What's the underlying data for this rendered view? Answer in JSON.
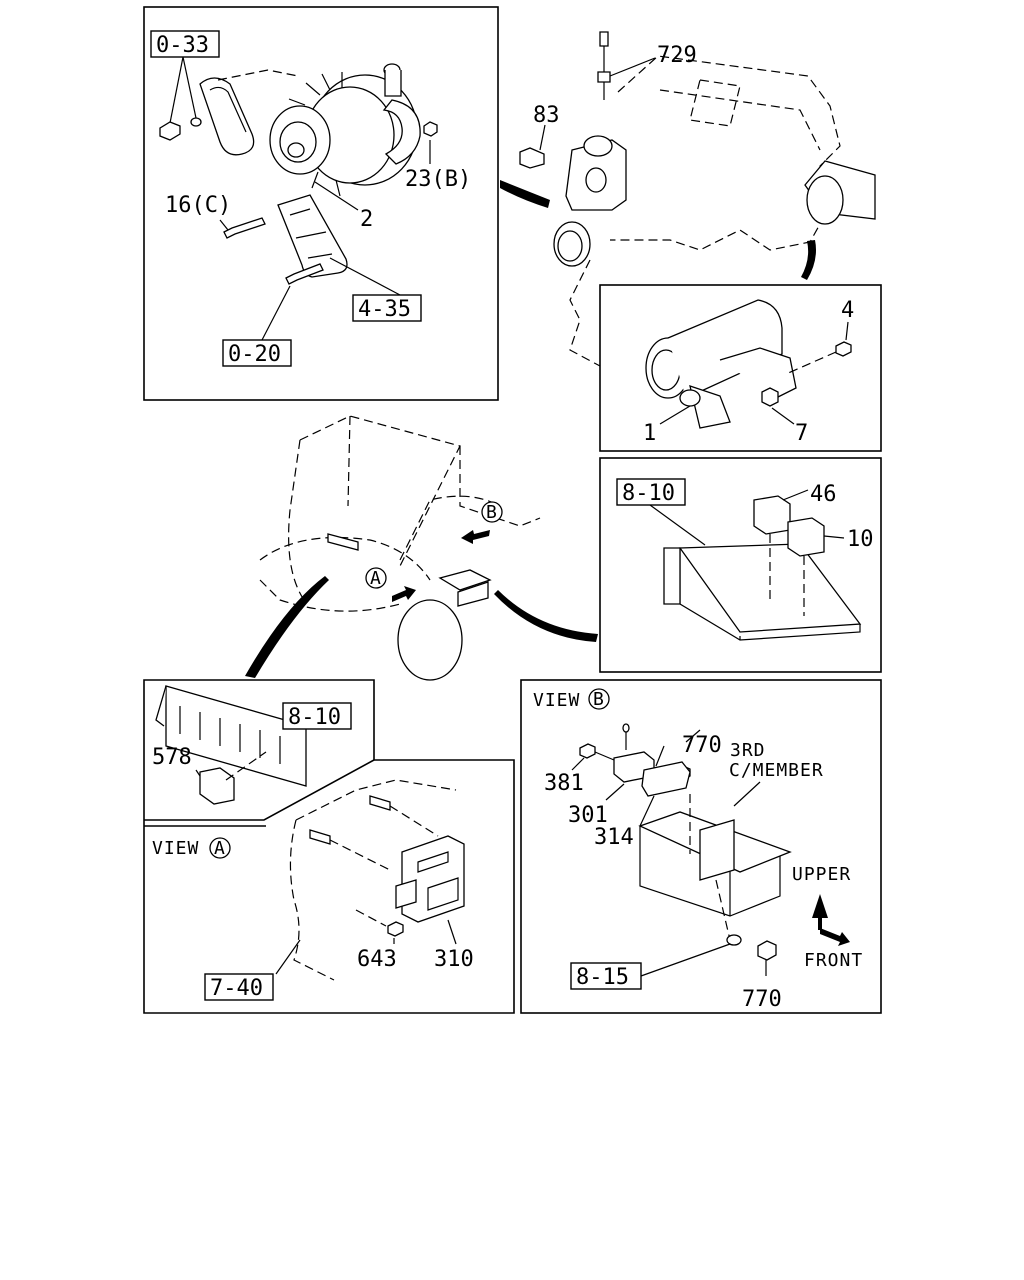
{
  "alternator_panel": {
    "ref_0_33": "0-33",
    "label_729": "729",
    "label_23b": "23(B)",
    "label_16c": "16(C)",
    "label_2": "2",
    "ref_4_35": "4-35",
    "ref_0_20": "0-20"
  },
  "engine": {
    "label_83": "83"
  },
  "starter_panel": {
    "label_4": "4",
    "label_1": "1",
    "label_7": "7"
  },
  "relay_box_panel": {
    "ref_8_10": "8-10",
    "label_46": "46",
    "label_10": "10"
  },
  "cab": {
    "marker_a": "A",
    "marker_b": "B"
  },
  "fuse_block_panel": {
    "ref_8_10": "8-10",
    "label_578": "578"
  },
  "view_a_panel": {
    "title_prefix": "VIEW",
    "title_marker": "A",
    "label_643": "643",
    "label_310": "310",
    "ref_7_40": "7-40"
  },
  "view_b_panel": {
    "title_prefix": "VIEW",
    "title_marker": "B",
    "label_770_top": "770",
    "label_381": "381",
    "label_301": "301",
    "label_314": "314",
    "label_3rd": "3RD",
    "label_c_member": "C/MEMBER",
    "label_upper": "UPPER",
    "label_front": "FRONT",
    "ref_8_15": "8-15",
    "label_770_bottom": "770"
  }
}
